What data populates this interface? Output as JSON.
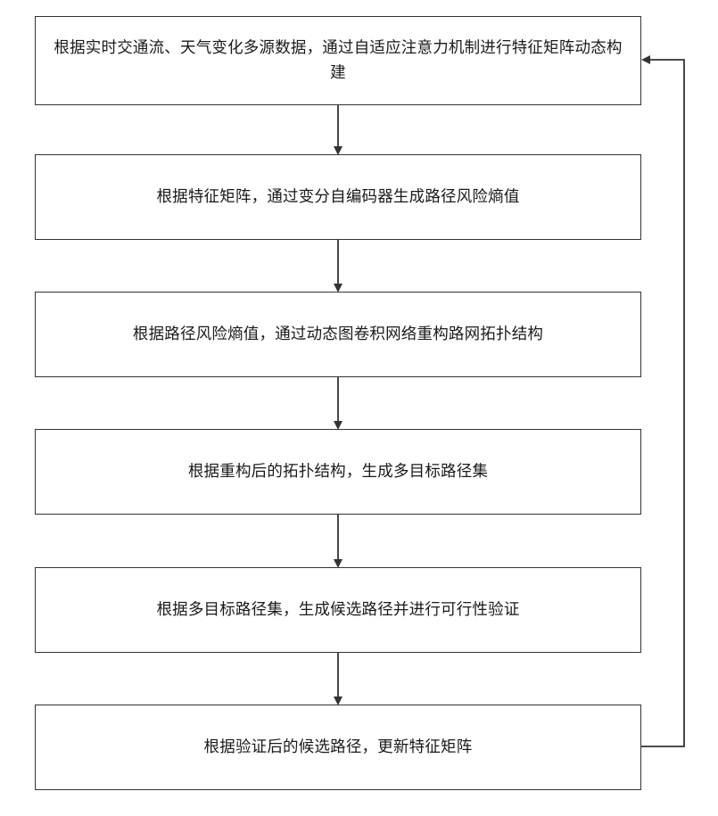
{
  "steps": [
    {
      "text": "根据实时交通流、天气变化多源数据，通过自适应注意力机制进行特征矩阵动态构建"
    },
    {
      "text": "根据特征矩阵，通过变分自编码器生成路径风险熵值"
    },
    {
      "text": "根据路径风险熵值，通过动态图卷积网络重构路网拓扑结构"
    },
    {
      "text": "根据重构后的拓扑结构，生成多目标路径集"
    },
    {
      "text": "根据多目标路径集，生成候选路径并进行可行性验证"
    },
    {
      "text": "根据验证后的候选路径，更新特征矩阵"
    }
  ],
  "colors": {
    "stroke": "#333333",
    "text": "#1a1a1a"
  }
}
